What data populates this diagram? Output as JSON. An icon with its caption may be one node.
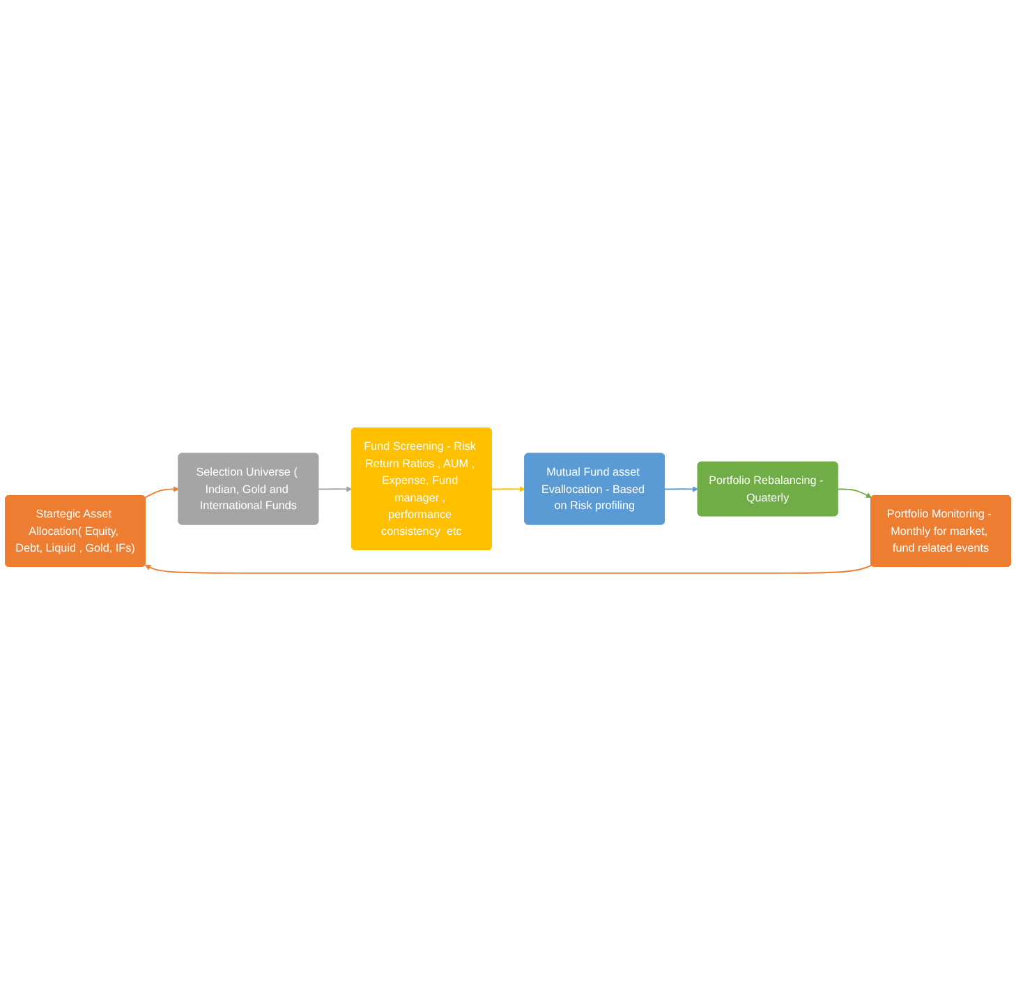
{
  "diagram": {
    "nodes": [
      {
        "text": [
          "Startegic Asset Allocation( Equity, Debt, Liquid , Gold, IFs)"
        ]
      },
      {
        "text": [
          "Selection Universe ( Indian, Gold and International Funds"
        ]
      },
      {
        "text": [
          "Fund Screening - Risk Return Ratios , AUM , Expense, Fund manager , performance consistency  etc"
        ]
      },
      {
        "text": [
          "Mutual Fund asset Evallocation - Based on Risk profiling"
        ]
      },
      {
        "text": [
          "Portfolio Rebalancing - Quaterly"
        ]
      },
      {
        "text": [
          "Portfolio Monitoring - Monthly for market, fund related events"
        ]
      }
    ],
    "edges": [
      {
        "from": 0,
        "to": 1,
        "arrow": "to",
        "color": "#ed7d31"
      },
      {
        "from": 1,
        "to": 2,
        "arrow": "to",
        "color": "#a5a5a5"
      },
      {
        "from": 2,
        "to": 3,
        "arrow": "to",
        "color": "#ffc000"
      },
      {
        "from": 3,
        "to": 4,
        "arrow": "to",
        "color": "#5b9bd5"
      },
      {
        "from": 4,
        "to": 5,
        "arrow": "to",
        "color": "#70ad47"
      },
      {
        "from": 5,
        "to": 0,
        "arrow": "to",
        "color": "#ed7d31"
      }
    ]
  }
}
